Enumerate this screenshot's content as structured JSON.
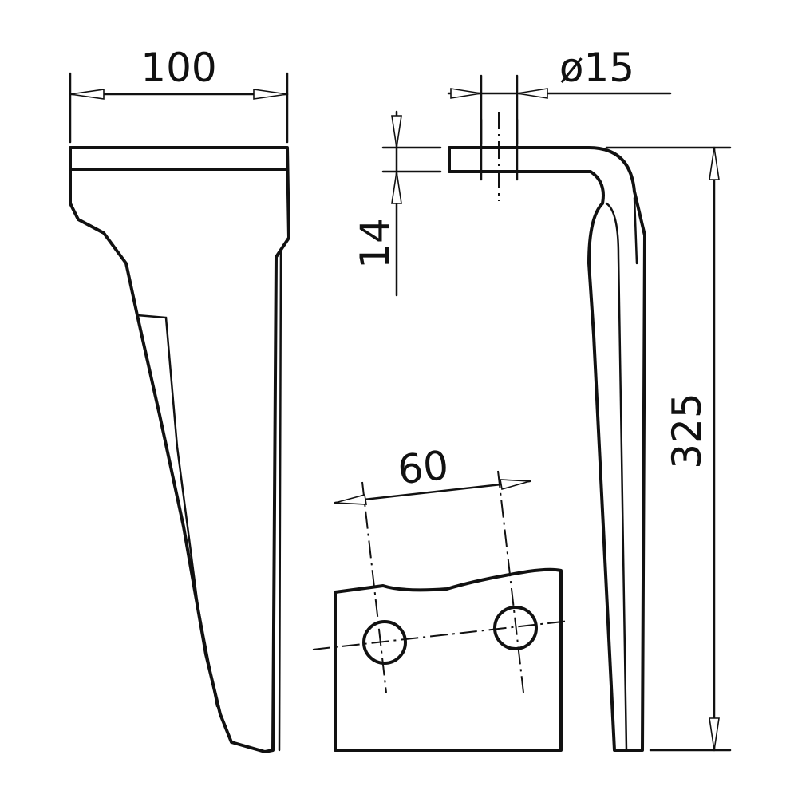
{
  "dimensions": {
    "top_width": "100",
    "hole_diameter": "ø15",
    "thickness": "14",
    "overall_height": "325",
    "hole_spacing": "60"
  },
  "colors": {
    "ink": "#111111",
    "background": "#ffffff"
  }
}
